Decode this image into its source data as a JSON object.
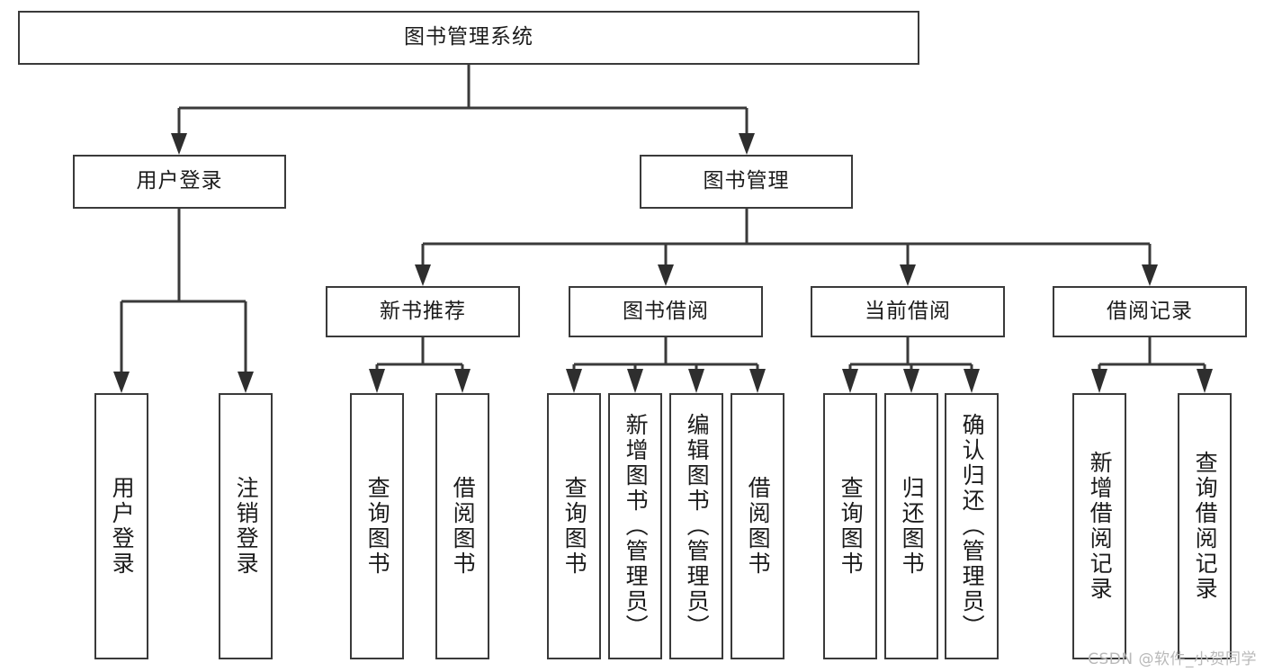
{
  "diagram": {
    "title": "图书管理系统",
    "type": "tree",
    "root": {
      "id": "root",
      "label": "图书管理系统"
    },
    "level1": [
      {
        "id": "n-user-login",
        "label": "用户登录"
      },
      {
        "id": "n-book-manage",
        "label": "图书管理"
      }
    ],
    "level2": [
      {
        "id": "n-new-book-rec",
        "label": "新书推荐",
        "parent": "n-book-manage"
      },
      {
        "id": "n-book-borrow",
        "label": "图书借阅",
        "parent": "n-book-manage"
      },
      {
        "id": "n-current-borrow",
        "label": "当前借阅",
        "parent": "n-book-manage"
      },
      {
        "id": "n-borrow-record",
        "label": "借阅记录",
        "parent": "n-book-manage"
      }
    ],
    "leaves": [
      {
        "id": "leaf-user-login",
        "label": "用户登录",
        "parent": "n-user-login"
      },
      {
        "id": "leaf-user-logout",
        "label": "注销登录",
        "parent": "n-user-login"
      },
      {
        "id": "leaf-rec-query",
        "label": "查询图书",
        "parent": "n-new-book-rec"
      },
      {
        "id": "leaf-rec-borrow",
        "label": "借阅图书",
        "parent": "n-new-book-rec"
      },
      {
        "id": "leaf-borrow-query",
        "label": "查询图书",
        "parent": "n-book-borrow"
      },
      {
        "id": "leaf-book-add",
        "label": "新增图书（管理员）",
        "parent": "n-book-borrow"
      },
      {
        "id": "leaf-book-edit",
        "label": "编辑图书（管理员）",
        "parent": "n-book-borrow"
      },
      {
        "id": "leaf-borrow-book",
        "label": "借阅图书",
        "parent": "n-book-borrow"
      },
      {
        "id": "leaf-cur-query",
        "label": "查询图书",
        "parent": "n-current-borrow"
      },
      {
        "id": "leaf-cur-return",
        "label": "归还图书",
        "parent": "n-current-borrow"
      },
      {
        "id": "leaf-cur-confirm",
        "label": "确认归还（管理员）",
        "parent": "n-current-borrow"
      },
      {
        "id": "leaf-record-add",
        "label": "新增借阅记录",
        "parent": "n-borrow-record"
      },
      {
        "id": "leaf-record-query",
        "label": "查询借阅记录",
        "parent": "n-borrow-record"
      }
    ]
  },
  "watermark": {
    "text": "CSDN @软件_小贺同学"
  },
  "colors": {
    "stroke": "#3a3a3a",
    "background": "#ffffff",
    "text": "#1b1b1b",
    "watermark": "#b9b9b9"
  }
}
